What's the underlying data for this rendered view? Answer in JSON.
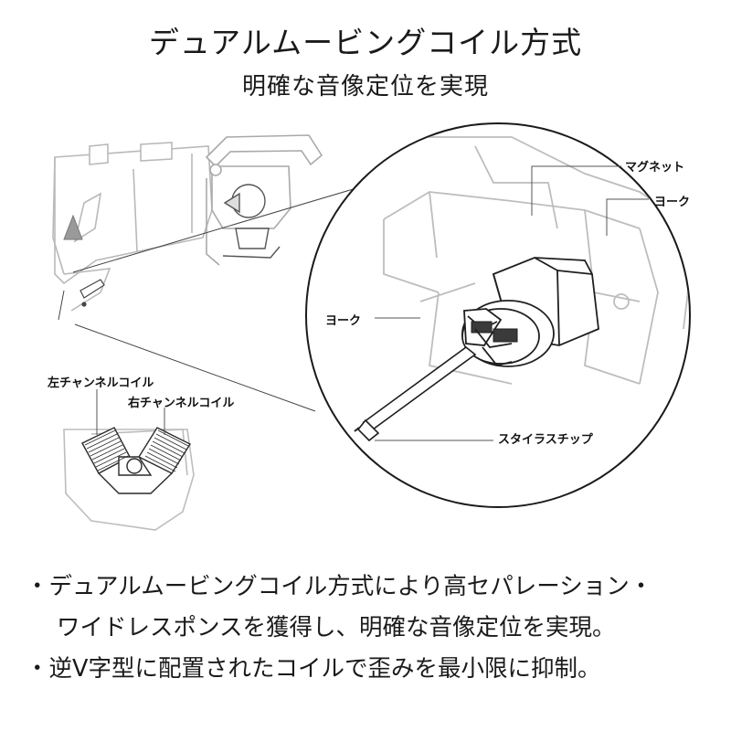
{
  "header": {
    "title": "デュアルムービングコイル方式",
    "subtitle": "明確な音像定位を実現"
  },
  "labels": {
    "magnet": "マグネット",
    "yoke_right": "ヨーク",
    "yoke_left": "ヨーク",
    "stylus_tip": "スタイラスチップ",
    "left_coil": "左チャンネルコイル",
    "right_coil": "右チャンネルコイル"
  },
  "bullets": {
    "item1_line1": "・デュアルムービングコイル方式により高セパレーション・",
    "item1_line2": "ワイドレスポンスを獲得し、明確な音像定位を実現。",
    "item2_line1": "・逆V字型に配置されたコイルで歪みを最小限に抑制。"
  }
}
